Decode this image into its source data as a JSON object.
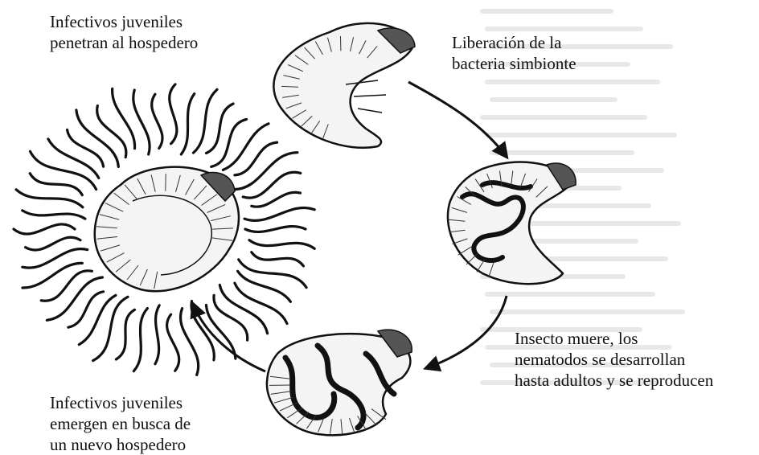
{
  "labels": {
    "penetrate": [
      "Infectivos juveniles",
      "penetran al hospedero"
    ],
    "release": [
      "Liberación de la",
      "bacteria simbionte"
    ],
    "reproduce": [
      "Insecto muere, los",
      "nematodos se desarrollan",
      "hasta adultos y se reproducen"
    ],
    "emerge": [
      "Infectivos juveniles",
      "emergen en busca de",
      "un nuevo hospedero"
    ]
  },
  "colors": {
    "ink": "#111111",
    "larva_fill": "#f4f4f4",
    "background_text": "#c9c9c9"
  }
}
